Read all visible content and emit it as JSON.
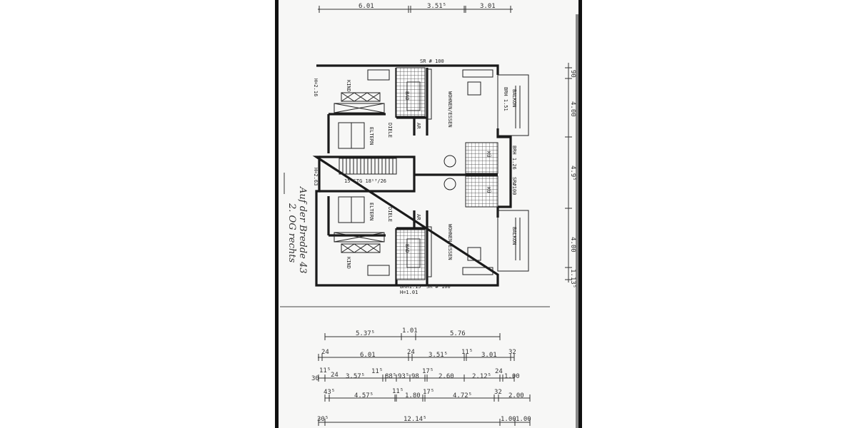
{
  "document": {
    "handwritten_note": {
      "line1": "Auf der Bredde 43",
      "line2": "2. OG rechts"
    },
    "top_dimensions": [
      "6.01",
      "3.51⁵",
      "3.01"
    ],
    "right_dimensions": [
      "90",
      "4.00",
      "4.9⁵",
      "4.00",
      "1.13⁵"
    ],
    "rooms_upper": {
      "kind": "KIND",
      "eltern": "ELTERN",
      "diele": "DIELE",
      "bad": "BAD",
      "ar": "AR",
      "wohnen": "WOHNEN/ESSEN",
      "balkon": "BALKON",
      "kueche": "KÜ"
    },
    "rooms_lower": {
      "kind": "KIND",
      "eltern": "ELTERN",
      "diele": "DIELE",
      "bad": "BAD",
      "ar": "AR",
      "wohnen": "WOHNEN/ESSEN",
      "balkon": "BALKON",
      "kueche": "KÜ"
    },
    "annotations": {
      "sr_top": "SR # 100",
      "sr_bottom": "SR # 100",
      "brh_bottom_1": "BRH1.15",
      "brh_bottom_2": "H=1.01",
      "stairs": "15 STG 18¹³/26",
      "brh_side": "H=2.16",
      "brh_left_mid": "H=2.63",
      "brh_balkon": "BRH 1.51",
      "brh_kitchen": "BRH 1.26",
      "sr_side": "SR#100"
    },
    "bottom_dimensions": {
      "row1": [
        "5.37⁵",
        "1.01",
        "5.76"
      ],
      "row2": [
        "24",
        "6.01",
        "24",
        "3.51⁵",
        "11⁵",
        "3.01",
        "32"
      ],
      "row3": [
        "30",
        "11⁵",
        "24",
        "3.57⁵",
        "11⁵",
        "88⁵",
        "93⁵",
        "98",
        "17⁵",
        "2.60",
        "2.12⁵",
        "24",
        "1.00"
      ],
      "row4": [
        "43⁵",
        "4.57⁵",
        "11⁵",
        "1.80",
        "17⁵",
        "4.72⁵",
        "32",
        "2.00"
      ],
      "row5": [
        "30⁵",
        "12.14⁵",
        "1.00",
        "1.00"
      ]
    }
  }
}
